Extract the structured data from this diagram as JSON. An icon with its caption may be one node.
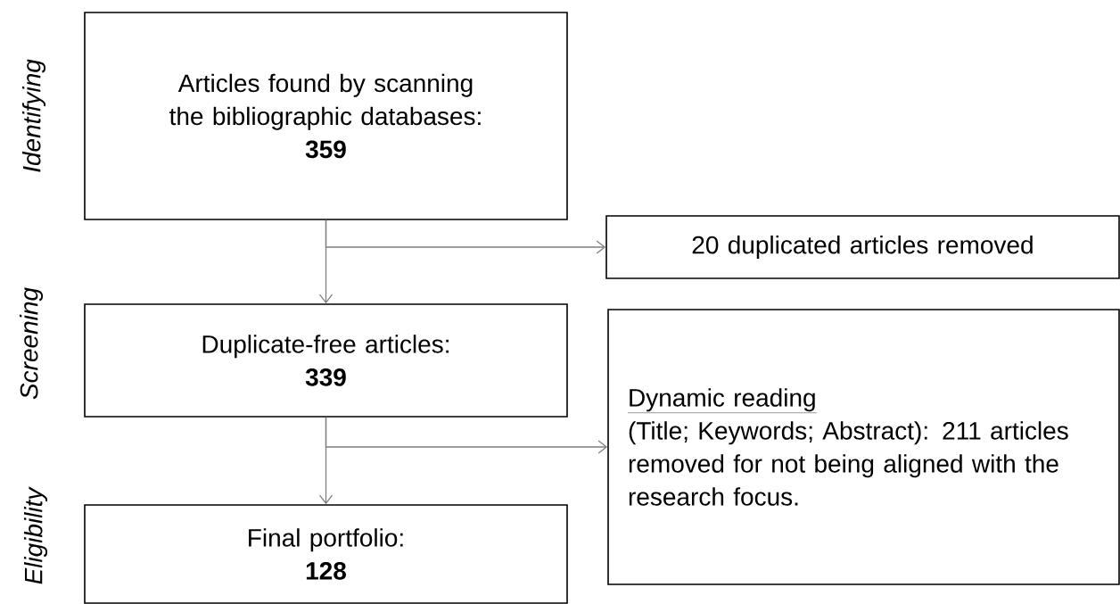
{
  "diagram": {
    "nodes": [
      {
        "text": [
          "Articles found by scanning the bibliographic databases:",
          "359"
        ]
      },
      {
        "text": [
          "Duplicate-free articles:",
          "339"
        ]
      },
      {
        "text": [
          "Final portfolio:",
          "128"
        ]
      },
      {
        "text": [
          "20 duplicated articles removed"
        ]
      },
      {
        "text": [
          "Dynamic reading",
          "(Title; Keywords; Abstract): 211 articles removed for not being aligned with the research focus."
        ]
      }
    ],
    "edges": [
      {
        "from": 0,
        "to": 1,
        "arrow": "to"
      },
      {
        "from": 0,
        "to": 3,
        "arrow": "to"
      },
      {
        "from": 1,
        "to": 2,
        "arrow": "to"
      },
      {
        "from": 1,
        "to": 4,
        "arrow": "to"
      }
    ],
    "labels": [
      "Identifying",
      "Screening",
      "Eligibility"
    ]
  }
}
